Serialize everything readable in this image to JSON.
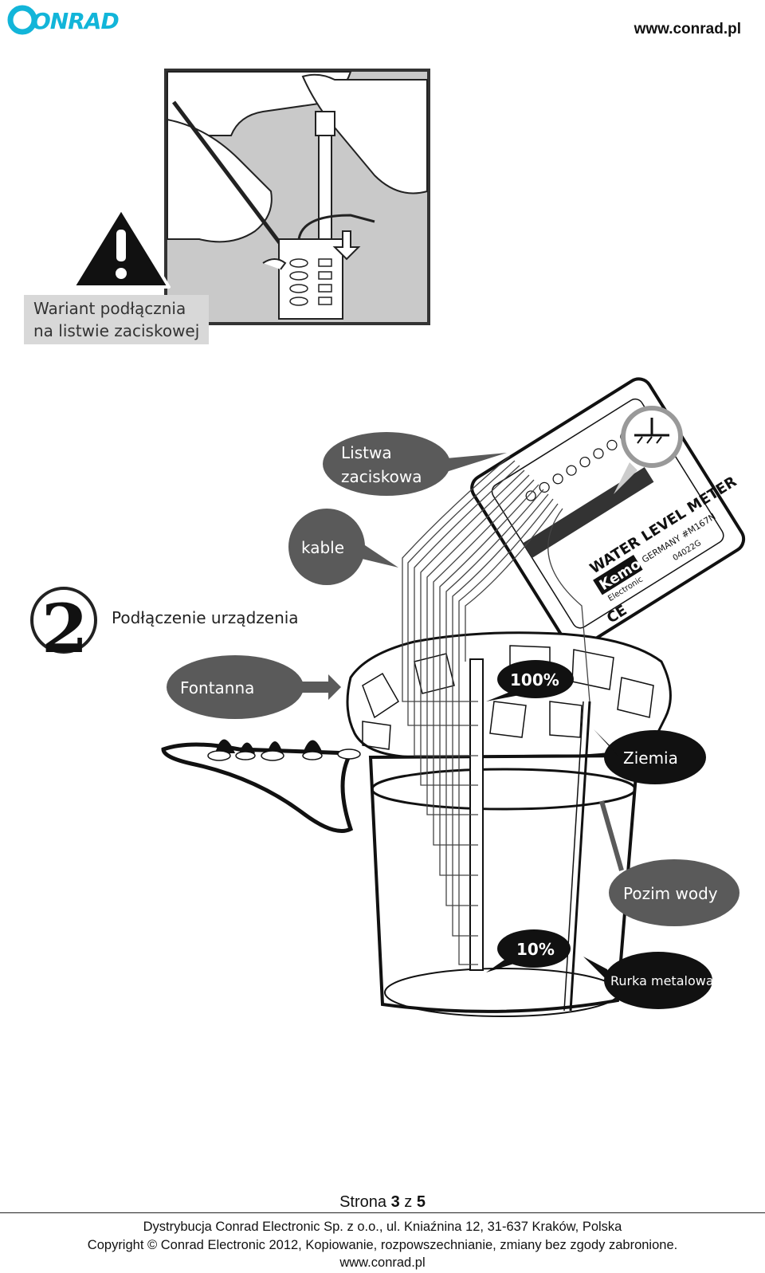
{
  "header": {
    "logo_text": "CONRAD",
    "website": "www.conrad.pl",
    "brand_color": "#12b5d9"
  },
  "warning": {
    "caption_line1": "Wariant podłącznia",
    "caption_line2": "na listwie zaciskowej"
  },
  "step": {
    "number": "2",
    "title": "Podłączenie urządzenia"
  },
  "callouts": {
    "terminal_strip_line1": "Listwa",
    "terminal_strip_line2": "zaciskowa",
    "cables": "kable",
    "fountain": "Fontanna",
    "level_100": "100%",
    "soil": "Ziemia",
    "water_level": "Pozim wody",
    "level_10": "10%",
    "metal_tube": "Rurka metalowa"
  },
  "device": {
    "label": "WATER LEVEL METER",
    "brand": "Kemo",
    "sub_brand": "Electronic",
    "model": "GERMANY #M167N",
    "code": "04022G",
    "ce_mark": "CE"
  },
  "footer": {
    "page_prefix": "Strona",
    "page_current": "3",
    "page_sep": "z",
    "page_total": "5",
    "line1": "Dystrybucja Conrad Electronic Sp. z o.o., ul. Kniaźnina 12, 31-637 Kraków, Polska",
    "line2": "Copyright © Conrad Electronic 2012, Kopiowanie, rozpowszechnianie, zmiany bez zgody zabronione.",
    "line3": "www.conrad.pl"
  }
}
